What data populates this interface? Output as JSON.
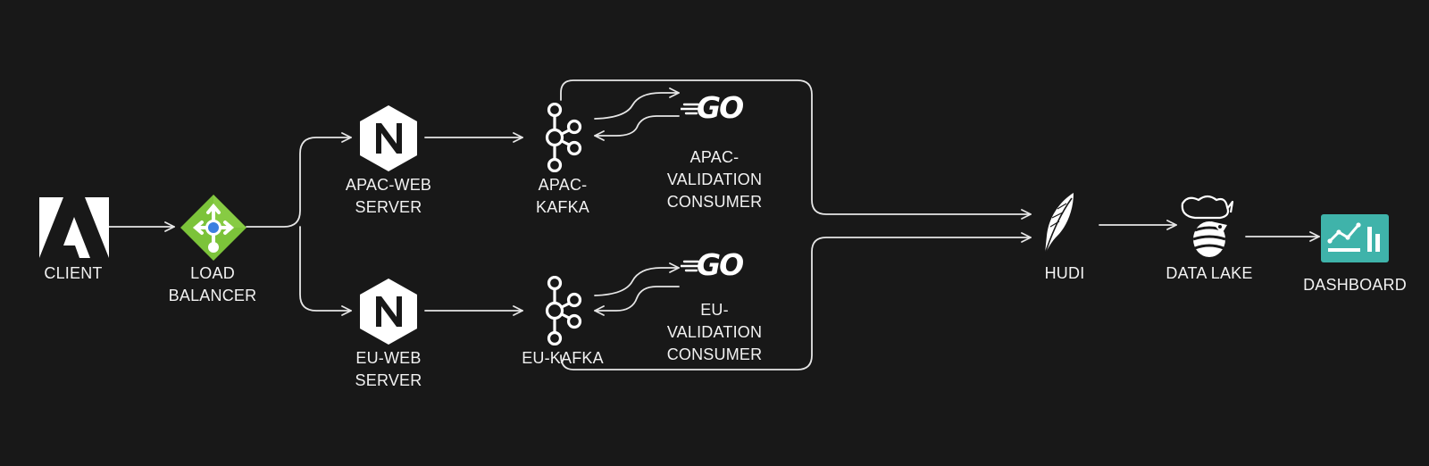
{
  "diagram": {
    "nodes": {
      "client": {
        "label": "CLIENT",
        "icon": "adobe-logo-icon"
      },
      "load_balancer": {
        "label": "LOAD\nBALANCER",
        "icon": "load-balancer-icon"
      },
      "apac_web_server": {
        "label": "APAC-WEB\nSERVER",
        "icon": "nginx-icon"
      },
      "eu_web_server": {
        "label": "EU-WEB\nSERVER",
        "icon": "nginx-icon"
      },
      "apac_kafka": {
        "label": "APAC-\nKAFKA",
        "icon": "kafka-icon"
      },
      "eu_kafka": {
        "label": "EU-KAFKA",
        "icon": "kafka-icon"
      },
      "apac_validation_consumer": {
        "label": "APAC-\nVALIDATION\nCONSUMER",
        "icon": "go-icon",
        "icon_text": "GO"
      },
      "eu_validation_consumer": {
        "label": "EU-\nVALIDATION\nCONSUMER",
        "icon": "go-icon",
        "icon_text": "GO"
      },
      "hudi": {
        "label": "HUDI",
        "icon": "hudi-feather-icon"
      },
      "data_lake": {
        "label": "DATA LAKE",
        "icon": "data-lake-icon"
      },
      "dashboard": {
        "label": "DASHBOARD",
        "icon": "dashboard-chart-icon"
      }
    },
    "edges": [
      {
        "from": "client",
        "to": "load_balancer"
      },
      {
        "from": "load_balancer",
        "to": "apac_web_server"
      },
      {
        "from": "load_balancer",
        "to": "eu_web_server"
      },
      {
        "from": "apac_web_server",
        "to": "apac_kafka"
      },
      {
        "from": "eu_web_server",
        "to": "eu_kafka"
      },
      {
        "from": "apac_kafka",
        "to": "apac_validation_consumer"
      },
      {
        "from": "apac_validation_consumer",
        "to": "apac_kafka"
      },
      {
        "from": "eu_kafka",
        "to": "eu_validation_consumer"
      },
      {
        "from": "eu_validation_consumer",
        "to": "eu_kafka"
      },
      {
        "from": "apac_kafka",
        "to": "hudi"
      },
      {
        "from": "eu_kafka",
        "to": "hudi"
      },
      {
        "from": "hudi",
        "to": "data_lake"
      },
      {
        "from": "data_lake",
        "to": "dashboard"
      }
    ],
    "colors": {
      "background": "#181818",
      "line": "#e6e6e6",
      "text": "#f2f2f2",
      "load_balancer_green": "#7cc33a",
      "load_balancer_blue": "#3b7fe0",
      "dashboard_teal": "#3fb3aa"
    }
  }
}
